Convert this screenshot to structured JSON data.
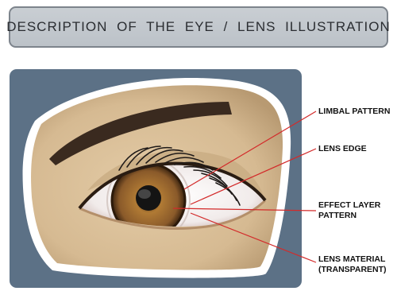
{
  "header": {
    "title": "DESCRIPTION OF THE EYE / LENS ILLUSTRATION"
  },
  "callouts": [
    {
      "label": "LIMBAL PATTERN"
    },
    {
      "label": "LENS EDGE"
    },
    {
      "label": "EFFECT LAYER\nPATTERN"
    },
    {
      "label": "LENS MATERIAL\n(TRANSPARENT)"
    }
  ],
  "colors": {
    "panel": "#5c7186",
    "skin": "#d9bf99",
    "iris": "#8a5a2a",
    "leader": "#d32a2a"
  }
}
